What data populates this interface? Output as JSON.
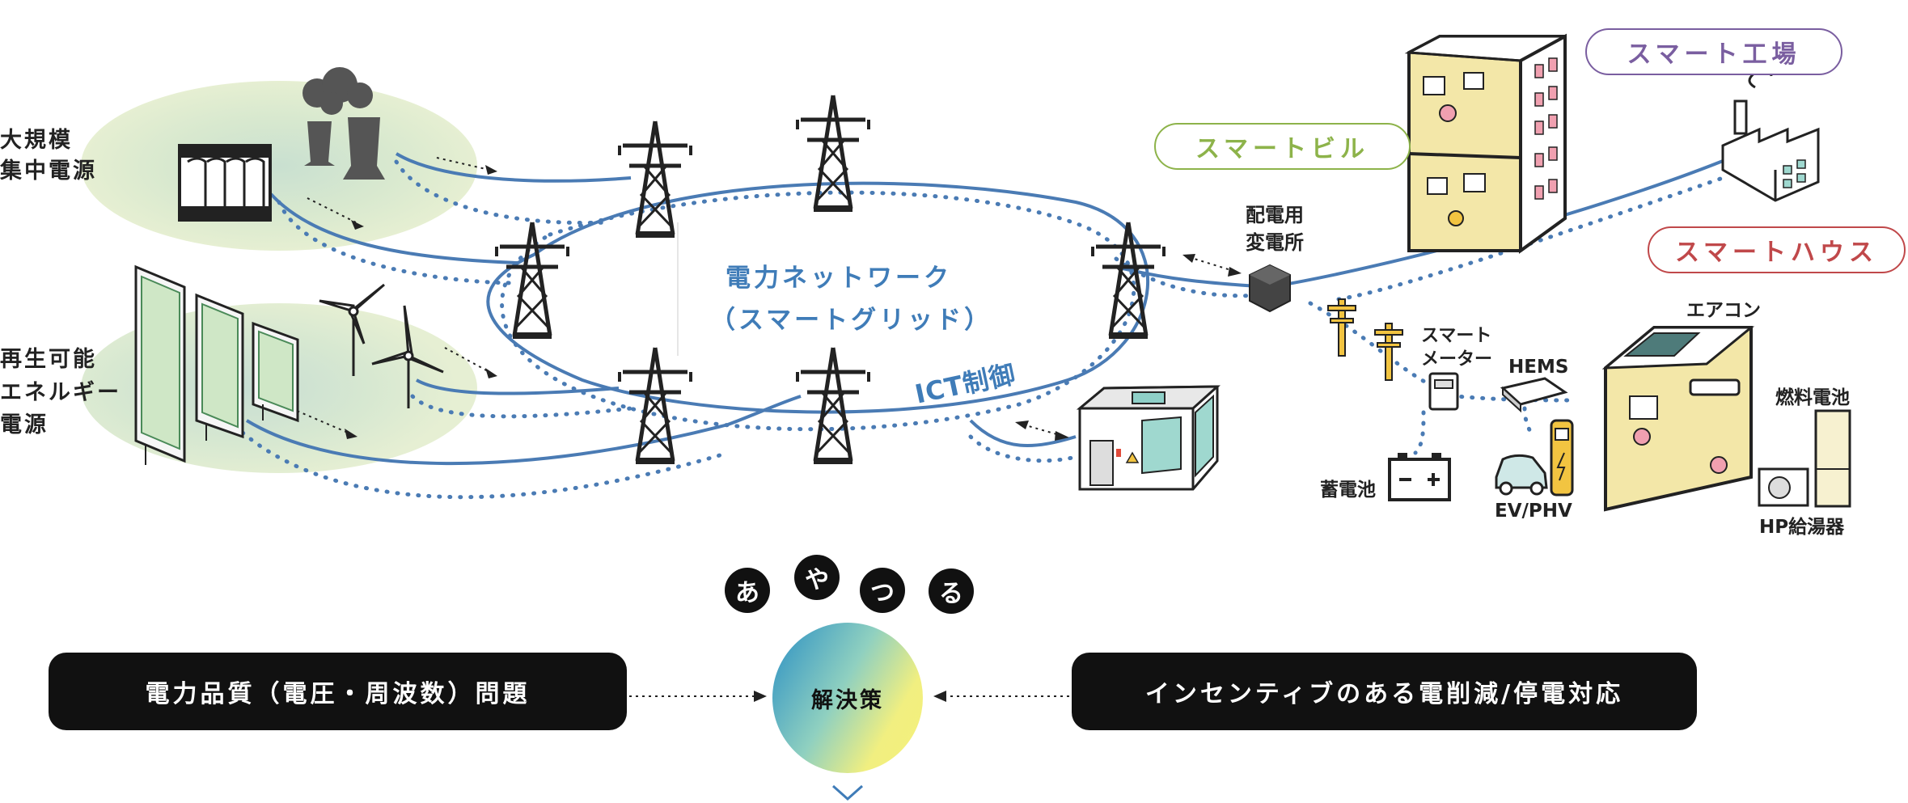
{
  "labels": {
    "central_source": [
      "大規模",
      "集中電源"
    ],
    "renewable_source": [
      "再生可能",
      "エネルギー",
      "電源"
    ],
    "network": [
      "電力ネットワーク",
      "（スマートグリッド）"
    ],
    "ict": "ICT制御",
    "substation": [
      "配電用",
      "変電所"
    ],
    "smart_meter": [
      "スマート",
      "メーター"
    ],
    "hems": "HEMS",
    "storage_battery": "蓄電池",
    "ev": "EV/PHV",
    "aircon": "エアコン",
    "fuel_cell": "燃料電池",
    "heat_pump": "HP給湯器"
  },
  "tags": {
    "smart_building": "スマートビル",
    "smart_factory": "スマート工場",
    "smart_house": "スマートハウス"
  },
  "bottom": {
    "left_issue": "電力品質（電圧・周波数）問題",
    "right_issue": "インセンティブのある電削減/停電対応",
    "solution": "解決策",
    "kana": [
      "あ",
      "や",
      "つ",
      "る"
    ]
  },
  "colors": {
    "line_blue": "#4a7bb4",
    "smart_building": "#8db34a",
    "smart_factory": "#7a5ea0",
    "smart_house": "#c0484a",
    "central_blob": "#cfe3cf",
    "renewable_blob": "#d3e6d4"
  },
  "icons": [
    "power-plant-icon",
    "wind-turbine-icon",
    "solar-panel-icon",
    "transmission-tower-icon",
    "substation-icon",
    "building-icon",
    "factory-icon",
    "house-icon",
    "utility-pole-icon",
    "meter-icon",
    "battery-icon",
    "car-icon",
    "chevron-down-icon"
  ]
}
